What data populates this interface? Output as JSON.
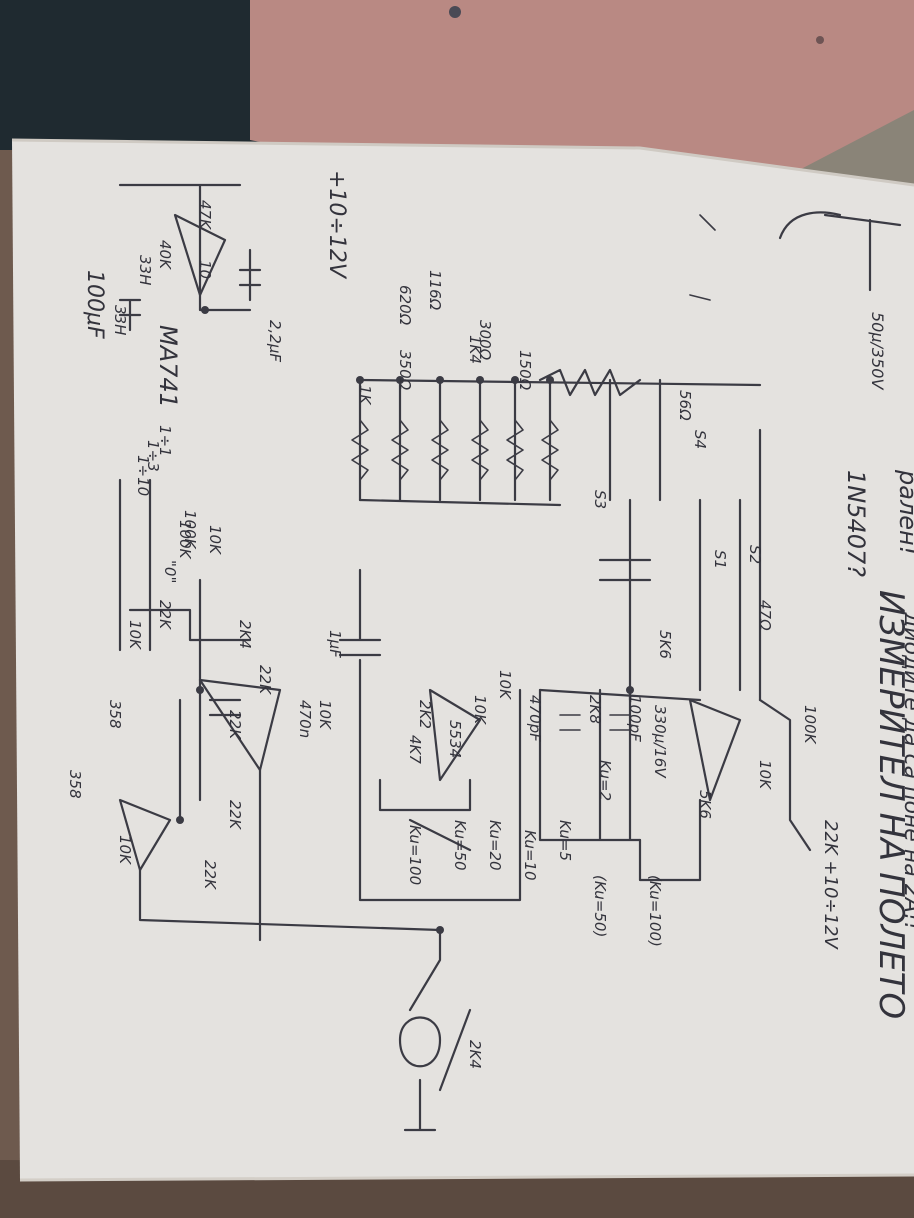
{
  "colors": {
    "paper": "#e4e2df",
    "ink": "#3b3b44",
    "wall": "#b98983",
    "dark": "#1f2a30"
  },
  "notes": {
    "top_line1": "pален!",
    "top_line2": "1N5407?",
    "top_line3": "диодите да са поне на 2A!!",
    "title": "ИЗМЕРИТЕЛ НА ПОЛЕТО",
    "resistor_top": "50μ/350V",
    "supply_right": "22K +10÷12V",
    "supply_left": "+10÷12V",
    "cap_100uf": "100μF",
    "ic_ma741": "MA741"
  },
  "labels": [
    "10",
    "33H",
    "33H",
    "1÷1",
    "1÷3",
    "1÷10",
    "1K",
    "350Ω",
    "150Ω",
    "1K4",
    "620Ω",
    "300Ω",
    "116Ω",
    "56Ω",
    "S1",
    "S2",
    "S3",
    "S4",
    "5K6",
    "47Ω",
    "330μ/16V",
    "Ku=2",
    "Ku=5",
    "Ku=10",
    "Ku=20",
    "Ku=50",
    "Ku=100",
    "10K",
    "100K",
    "5K6",
    "100pF",
    "2K8",
    "470pF",
    "(Ku=100)",
    "(Ku=50)",
    "10K",
    "10K",
    "2K2",
    "4K7",
    "5534",
    "1μF",
    "10K",
    "470n",
    "22K",
    "2K4",
    "22K",
    "10K",
    "100K",
    "100K",
    "\"0\"",
    "22K",
    "10K",
    "47K",
    "2,2μF",
    "40K",
    "358",
    "358",
    "22K",
    "22K",
    "10K",
    "2K4"
  ]
}
